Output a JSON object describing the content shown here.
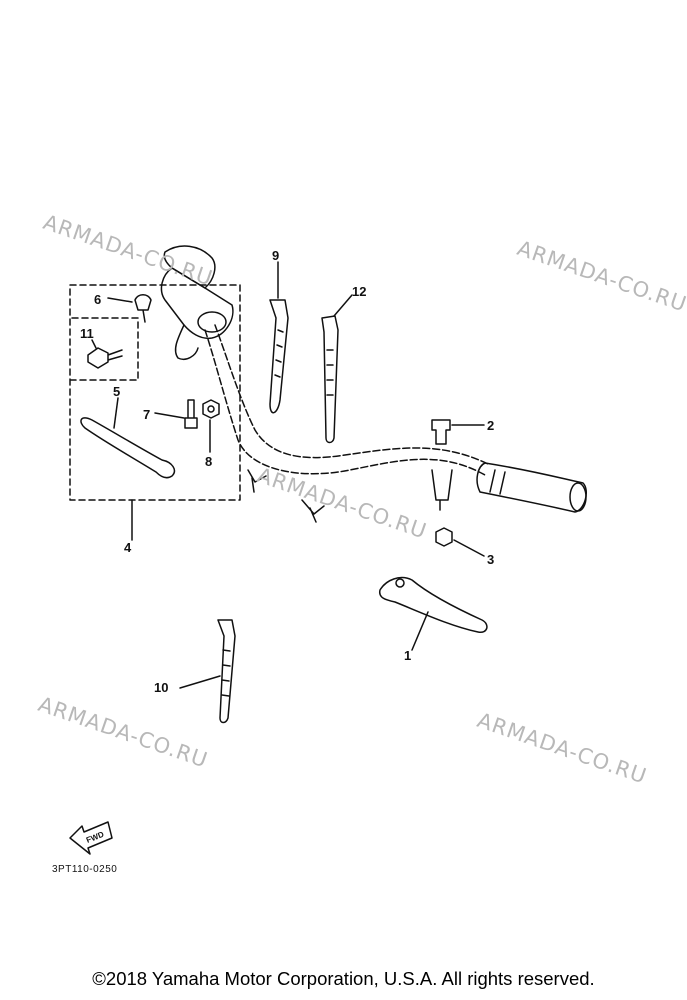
{
  "diagram": {
    "callouts": {
      "p1": "1",
      "p2": "2",
      "p3": "3",
      "p4": "4",
      "p5": "5",
      "p6": "6",
      "p7": "7",
      "p8": "8",
      "p9": "9",
      "p10": "10",
      "p11": "11",
      "p12": "12"
    },
    "fwd_label": "FWD",
    "part_code": "3PT110-0250"
  },
  "watermark": {
    "text": "ARMADA-CO.RU",
    "color": "#b8b8b8"
  },
  "footer": {
    "copyright": "©2018 Yamaha Motor Corporation, U.S.A. All rights reserved."
  }
}
